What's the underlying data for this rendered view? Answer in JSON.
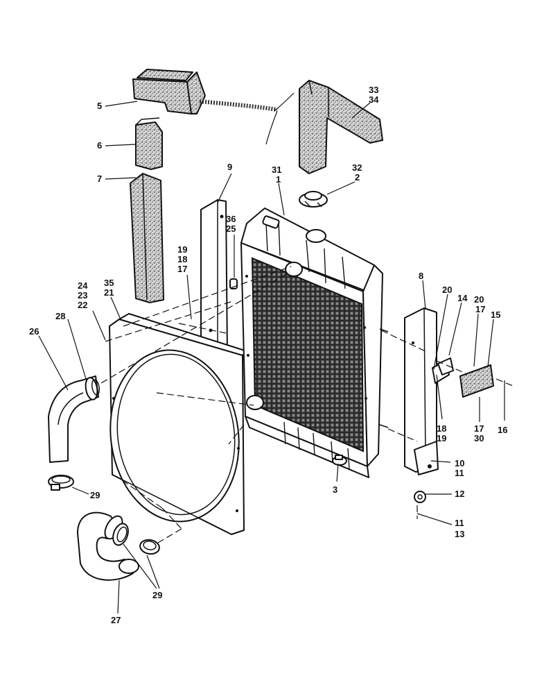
{
  "diagram": {
    "type": "exploded-parts-diagram",
    "style": "monochrome line drawing",
    "colors": {
      "ink": "#111111",
      "paper": "#ffffff",
      "foam_stipple": "#555555"
    },
    "callouts": [
      {
        "id": "c5",
        "lines": [
          "5"
        ]
      },
      {
        "id": "c6",
        "lines": [
          "6"
        ]
      },
      {
        "id": "c7",
        "lines": [
          "7"
        ]
      },
      {
        "id": "c33-34",
        "lines": [
          "33",
          "34"
        ]
      },
      {
        "id": "c9",
        "lines": [
          "9"
        ]
      },
      {
        "id": "c31-1",
        "lines": [
          "31",
          "1"
        ]
      },
      {
        "id": "c32-2",
        "lines": [
          "32",
          "2"
        ]
      },
      {
        "id": "c36-25",
        "lines": [
          "36",
          "25"
        ]
      },
      {
        "id": "c19-18-17",
        "lines": [
          "19",
          "18",
          "17"
        ]
      },
      {
        "id": "c24-23-22",
        "lines": [
          "24",
          "23",
          "22"
        ]
      },
      {
        "id": "c35-21",
        "lines": [
          "35",
          "21"
        ]
      },
      {
        "id": "c28",
        "lines": [
          "28"
        ]
      },
      {
        "id": "c26",
        "lines": [
          "26"
        ]
      },
      {
        "id": "c8",
        "lines": [
          "8"
        ]
      },
      {
        "id": "c20a",
        "lines": [
          "20"
        ]
      },
      {
        "id": "c14",
        "lines": [
          "14"
        ]
      },
      {
        "id": "c20-17",
        "lines": [
          "20",
          "17"
        ]
      },
      {
        "id": "c15",
        "lines": [
          "15"
        ]
      },
      {
        "id": "c18-19",
        "lines": [
          "18",
          "19"
        ]
      },
      {
        "id": "c17-30",
        "lines": [
          "17",
          "30"
        ]
      },
      {
        "id": "c16",
        "lines": [
          "16"
        ]
      },
      {
        "id": "c10-11",
        "lines": [
          "10",
          "11"
        ]
      },
      {
        "id": "c3",
        "lines": [
          "3"
        ]
      },
      {
        "id": "c12",
        "lines": [
          "12"
        ]
      },
      {
        "id": "c11-13",
        "lines": [
          "11",
          "13"
        ]
      },
      {
        "id": "c29a",
        "lines": [
          "29"
        ]
      },
      {
        "id": "c29b",
        "lines": [
          "29"
        ]
      },
      {
        "id": "c27",
        "lines": [
          "27"
        ]
      }
    ]
  }
}
